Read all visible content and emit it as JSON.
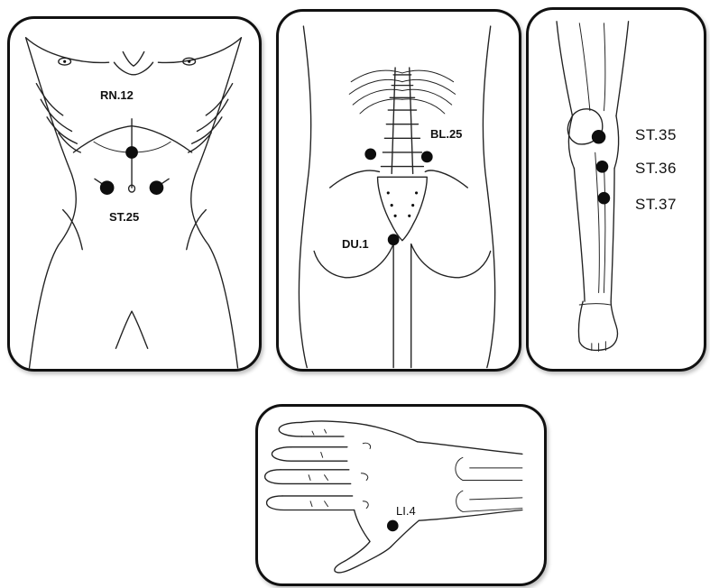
{
  "panels": {
    "abdomen": {
      "points": [
        {
          "label": "RN.12"
        },
        {
          "label": "ST.25"
        }
      ]
    },
    "back": {
      "points": [
        {
          "label": "BL.25"
        },
        {
          "label": "DU.1"
        }
      ]
    },
    "leg": {
      "points": [
        {
          "label": "ST.35"
        },
        {
          "label": "ST.36"
        },
        {
          "label": "ST.37"
        }
      ]
    },
    "hand": {
      "points": [
        {
          "label": "LI.4"
        }
      ]
    }
  },
  "colors": {
    "ink": "#111111",
    "panel_border": "#111111",
    "background": "#ffffff"
  }
}
